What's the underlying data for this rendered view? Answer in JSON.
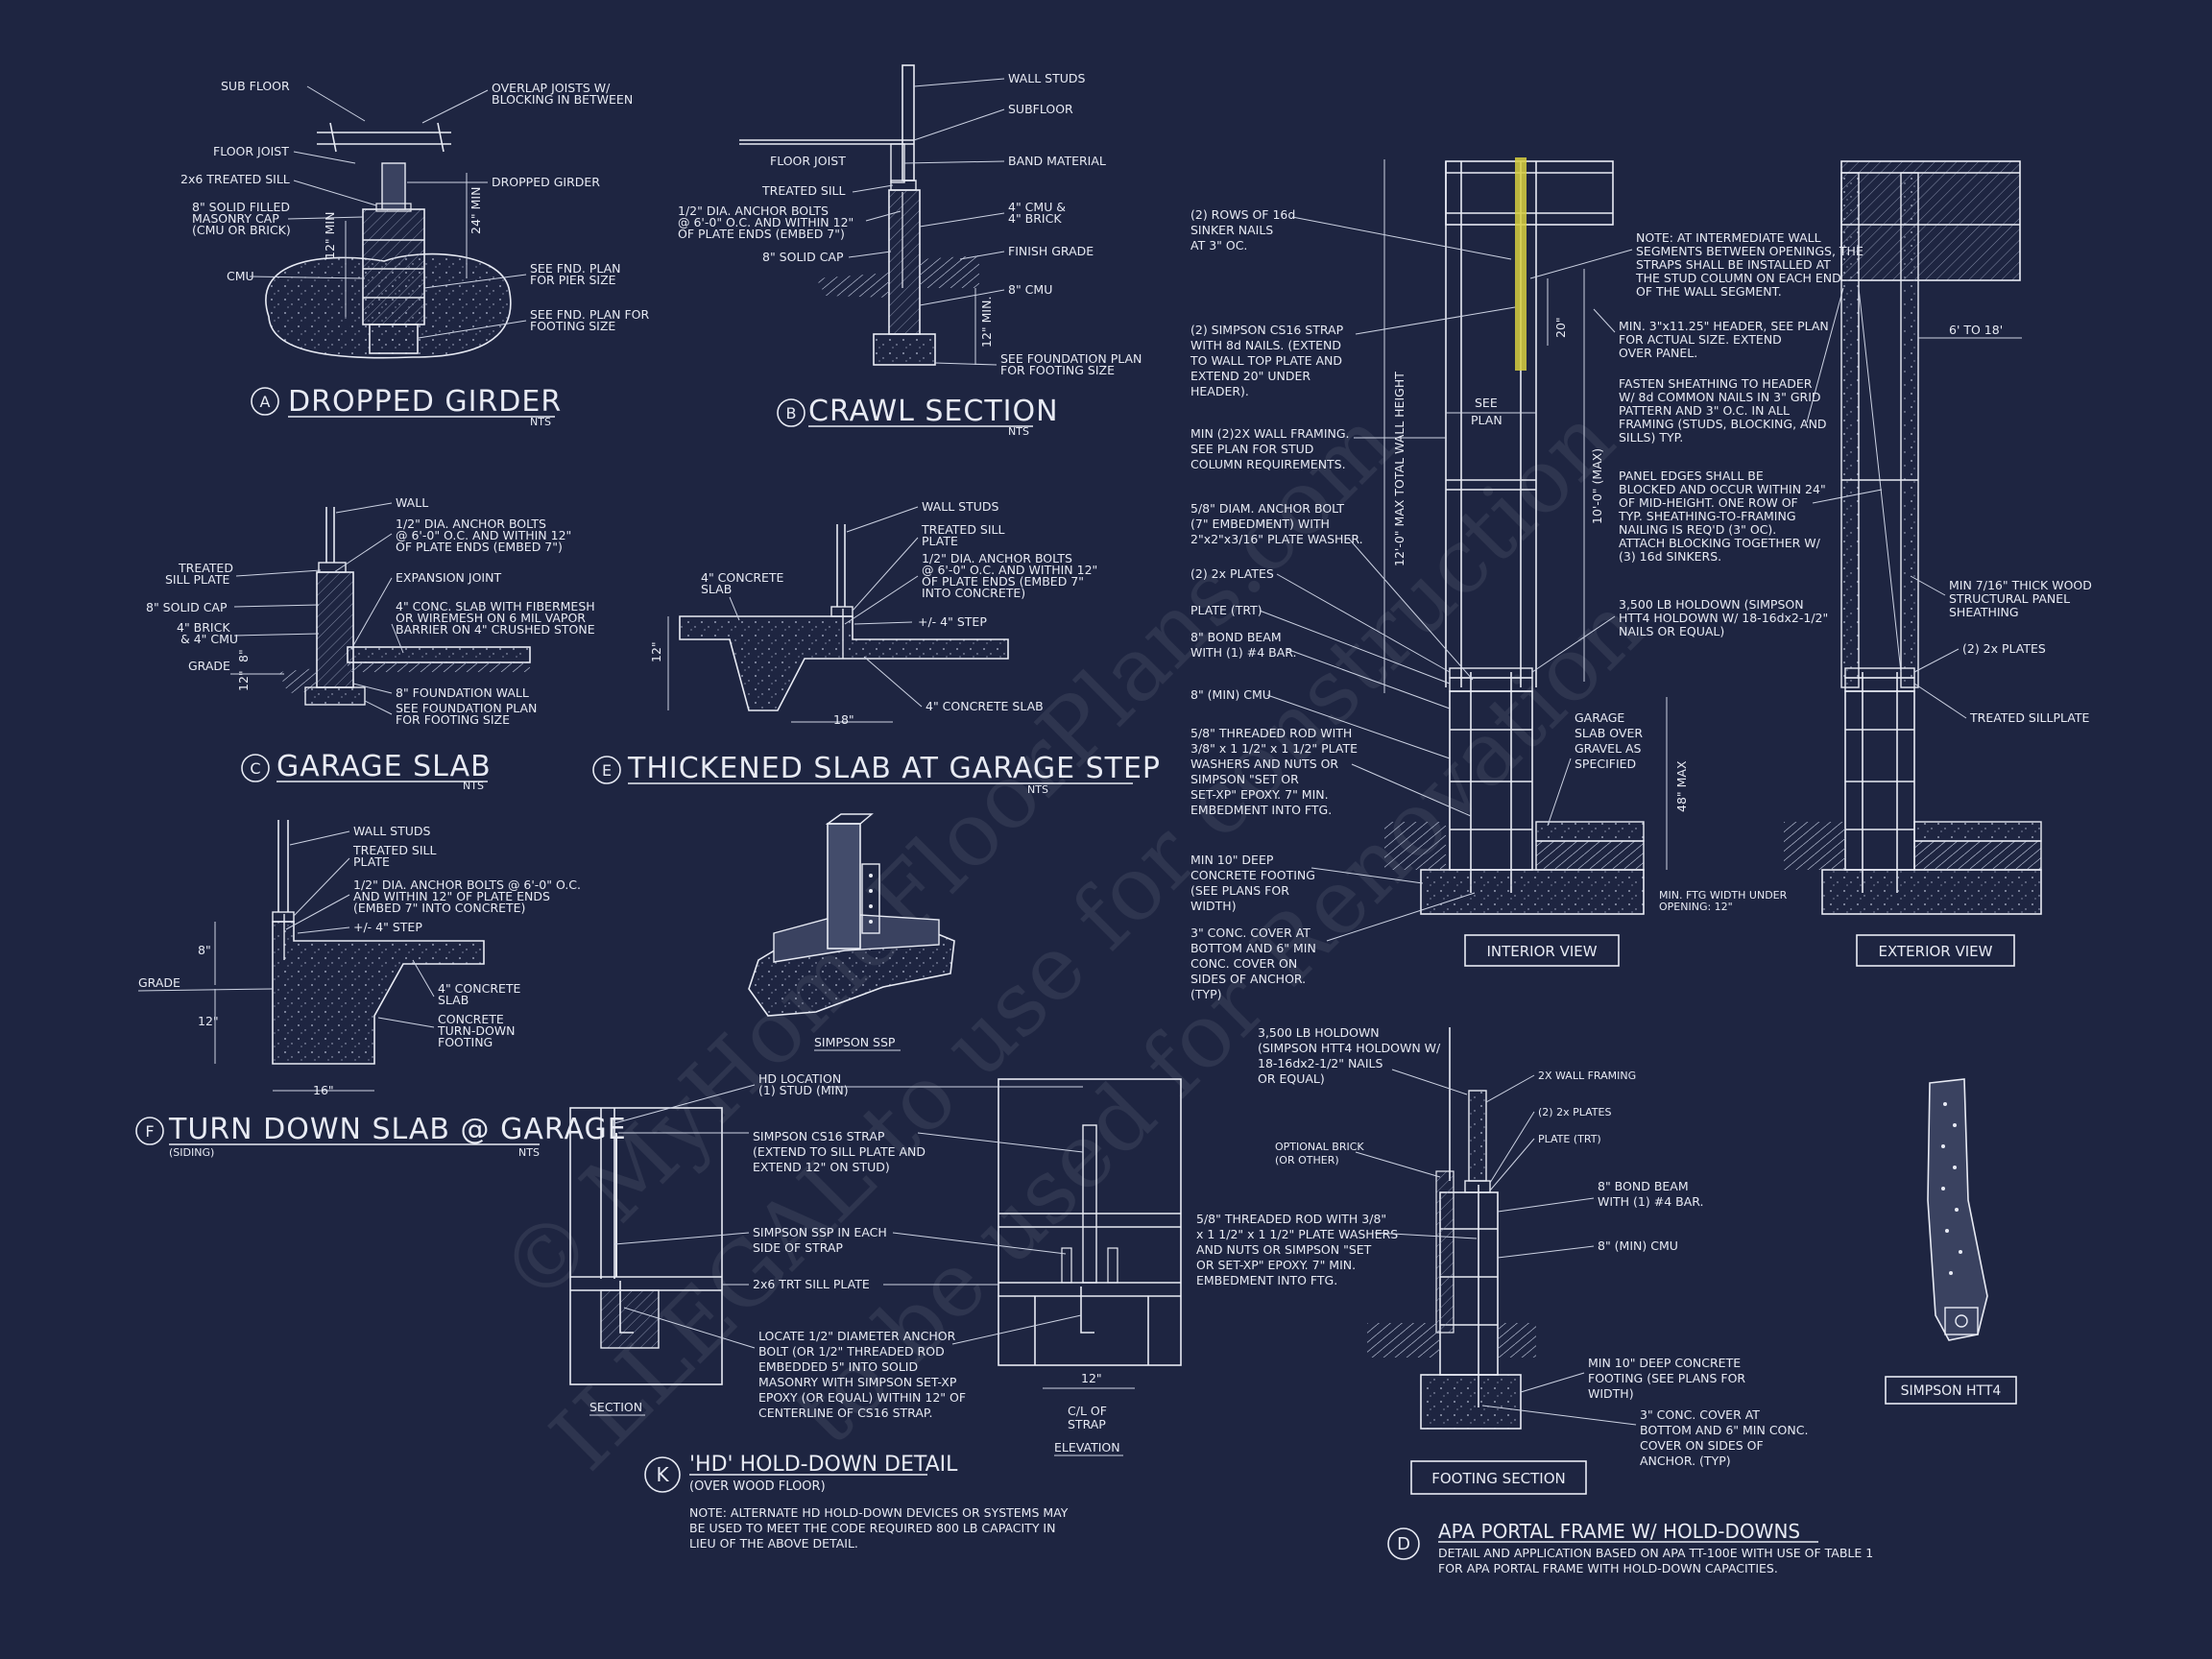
{
  "watermark": {
    "line1": "© MyHomeFloorPlans.com",
    "line2": "ILLEGAL to use for construction",
    "line3": "to be used for Renovation"
  },
  "detail_a": {
    "letter": "A",
    "title": "DROPPED GIRDER",
    "scale": "NTS",
    "labels": {
      "sub_floor": "SUB FLOOR",
      "overlap1": "OVERLAP JOISTS W/",
      "overlap2": "BLOCKING IN BETWEEN",
      "floor_joist": "FLOOR JOIST",
      "sill": "2x6 TREATED SILL",
      "dropped_girder": "DROPPED GIRDER",
      "cap1": "8\" SOLID FILLED",
      "cap2": "MASONRY CAP",
      "cap3": "(CMU OR BRICK)",
      "cmu": "CMU",
      "dim_12": "12\" MIN",
      "dim_24": "24\" MIN",
      "pier1": "SEE FND. PLAN",
      "pier2": "FOR PIER SIZE",
      "ftg1": "SEE FND. PLAN FOR",
      "ftg2": "FOOTING SIZE"
    }
  },
  "detail_b": {
    "letter": "B",
    "title": "CRAWL SECTION",
    "scale": "NTS",
    "labels": {
      "wall_studs": "WALL STUDS",
      "subfloor": "SUBFLOOR",
      "floor_joist": "FLOOR JOIST",
      "band": "BAND MATERIAL",
      "sill": "TREATED SILL",
      "bolt1": "1/2\" DIA. ANCHOR BOLTS",
      "bolt2": "@ 6'-0\" O.C. AND WITHIN 12\"",
      "bolt3": "OF PLATE ENDS (EMBED 7\")",
      "cmu1": "4\" CMU &",
      "cmu2": "4\" BRICK",
      "solid_cap": "8\" SOLID CAP",
      "finish_grade": "FINISH GRADE",
      "cmu8": "8\" CMU",
      "dim_12": "12\" MIN.",
      "see1": "SEE FOUNDATION PLAN",
      "see2": "FOR FOOTING SIZE"
    }
  },
  "detail_c": {
    "letter": "C",
    "title": "GARAGE SLAB",
    "scale": "NTS",
    "labels": {
      "wall": "WALL",
      "bolt1": "1/2\" DIA. ANCHOR BOLTS",
      "bolt2": "@ 6'-0\" O.C. AND WITHIN 12\"",
      "bolt3": "OF PLATE ENDS (EMBED 7\")",
      "treated1": "TREATED",
      "treated2": "SILL PLATE",
      "expansion": "EXPANSION JOINT",
      "solid_cap": "8\" SOLID CAP",
      "slab1": "4\" CONC. SLAB WITH FIBERMESH",
      "slab2": "OR WIREMESH ON 6 MIL VAPOR",
      "slab3": "BARRIER ON 4\" CRUSHED STONE",
      "brick1": "4\" BRICK",
      "brick2": "& 4\" CMU",
      "grade": "GRADE",
      "dim_8": "8\"",
      "dim_12": "12\"",
      "fwall": "8\" FOUNDATION WALL",
      "see1": "SEE FOUNDATION PLAN",
      "see2": "FOR FOOTING SIZE"
    }
  },
  "detail_e": {
    "letter": "E",
    "title": "THICKENED SLAB AT GARAGE STEP",
    "scale": "NTS",
    "labels": {
      "wall_studs": "WALL STUDS",
      "sill1": "TREATED SILL",
      "sill2": "PLATE",
      "bolt1": "1/2\" DIA. ANCHOR BOLTS",
      "bolt2": "@ 6'-0\" O.C. AND WITHIN 12\"",
      "bolt3": "OF PLATE ENDS (EMBED 7\"",
      "bolt4": "INTO CONCRETE)",
      "slab1": "4\" CONCRETE",
      "slab2": "SLAB",
      "step": "+/- 4\" STEP",
      "dim_12": "12\"",
      "dim_18": "18\"",
      "conc_slab": "4\" CONCRETE SLAB"
    }
  },
  "detail_f": {
    "letter": "F",
    "title": "TURN DOWN SLAB @ GARAGE",
    "sub": "(SIDING)",
    "scale": "NTS",
    "labels": {
      "wall_studs": "WALL STUDS",
      "sill1": "TREATED SILL",
      "sill2": "PLATE",
      "bolt1": "1/2\" DIA. ANCHOR BOLTS @ 6'-0\" O.C.",
      "bolt2": "AND WITHIN 12\" OF PLATE ENDS",
      "bolt3": "(EMBED 7\" INTO CONCRETE)",
      "step": "+/- 4\" STEP",
      "dim_8": "8\"",
      "grade": "GRADE",
      "slab1": "4\" CONCRETE",
      "slab2": "SLAB",
      "dim_12": "12\"",
      "turn1": "CONCRETE",
      "turn2": "TURN-DOWN",
      "turn3": "FOOTING",
      "dim_16": "16\""
    }
  },
  "simpson_ssp": {
    "label": "SIMPSON SSP"
  },
  "detail_k": {
    "letter": "K",
    "title": "'HD' HOLD-DOWN DETAIL",
    "sub": "(OVER WOOD FLOOR)",
    "note1": "NOTE: ALTERNATE HD HOLD-DOWN DEVICES OR SYSTEMS MAY",
    "note2": "BE USED TO MEET THE CODE REQUIRED 800 LB CAPACITY IN",
    "note3": "LIEU OF THE ABOVE DETAIL.",
    "labels": {
      "hd1": "HD LOCATION",
      "hd2": "(1) STUD (MIN)",
      "cs1": "SIMPSON CS16 STRAP",
      "cs2": "(EXTEND TO SILL PLATE AND",
      "cs3": "EXTEND 12\" ON STUD)",
      "ssp1": "SIMPSON SSP IN EACH",
      "ssp2": "SIDE OF STRAP",
      "sill": "2x6 TRT SILL PLATE",
      "loc1": "LOCATE 1/2\" DIAMETER ANCHOR",
      "loc2": "BOLT (OR 1/2\" THREADED ROD",
      "loc3": "EMBEDDED 5\" INTO SOLID",
      "loc4": "MASONRY WITH SIMPSON SET-XP",
      "loc5": "EPOXY (OR EQUAL) WITHIN 12\" OF",
      "loc6": "CENTERLINE OF CS16 STRAP.",
      "section": "SECTION",
      "dim_12": "12\"",
      "cl1": "C/L OF",
      "cl2": "STRAP",
      "elevation": "ELEVATION"
    }
  },
  "detail_interior": {
    "view_label": "INTERIOR VIEW",
    "labels": {
      "rows1": "(2) ROWS OF 16d",
      "rows2": "SINKER NAILS",
      "rows3": "AT 3\" OC.",
      "cs1": "(2) SIMPSON CS16 STRAP",
      "cs2": "WITH 8d NAILS. (EXTEND",
      "cs3": "TO WALL TOP PLATE AND",
      "cs4": "EXTEND 20\" UNDER",
      "cs5": "HEADER).",
      "min1": "MIN (2)2X WALL FRAMING.",
      "min2": "SEE PLAN FOR STUD",
      "min3": "COLUMN REQUIREMENTS.",
      "ab1": "5/8\" DIAM. ANCHOR BOLT",
      "ab2": "(7\" EMBEDMENT) WITH",
      "ab3": "2\"x2\"x3/16\" PLATE WASHER.",
      "plates": "(2) 2x PLATES",
      "plate_trt": "PLATE (TRT)",
      "bond1": "8\" BOND BEAM",
      "bond2": "WITH (1) #4 BAR.",
      "cmu": "8\" (MIN) CMU",
      "rod1": "5/8\" THREADED ROD WITH",
      "rod2": "3/8\" x 1 1/2\" x 1 1/2\" PLATE",
      "rod3": "WASHERS AND NUTS OR",
      "rod4": "SIMPSON \"SET OR",
      "rod5": "SET-XP\" EPOXY. 7\" MIN.",
      "rod6": "EMBEDMENT INTO FTG.",
      "ftg1": "MIN 10\" DEEP",
      "ftg2": "CONCRETE FOOTING",
      "ftg3": "(SEE PLANS FOR",
      "ftg4": "WIDTH)",
      "cov1": "3\" CONC. COVER AT",
      "cov2": "BOTTOM AND 6\" MIN",
      "cov3": "CONC. COVER ON",
      "cov4": "SIDES OF ANCHOR.",
      "cov5": "(TYP)",
      "dim_20": "20\"",
      "see1": "SEE",
      "see2": "PLAN",
      "dim_10": "10'-0\" (MAX)",
      "dim_12": "12'-0\" MAX TOTAL WALL HEIGHT",
      "gar1": "GARAGE",
      "gar2": "SLAB OVER",
      "gar3": "GRAVEL AS",
      "gar4": "SPECIFIED",
      "dim_48": "48\" MAX",
      "ftgw1": "MIN. FTG WIDTH UNDER",
      "ftgw2": "OPENING: 12\""
    }
  },
  "notes_center": {
    "n1": "NOTE: AT INTERMEDIATE WALL",
    "n2": "SEGMENTS BETWEEN OPENINGS, THE",
    "n3": "STRAPS SHALL BE INSTALLED AT",
    "n4": "THE STUD COLUMN ON EACH END",
    "n5": "OF THE WALL SEGMENT.",
    "h1": "MIN. 3\"x11.25\" HEADER, SEE PLAN",
    "h2": "FOR ACTUAL SIZE. EXTEND",
    "h3": "OVER PANEL.",
    "f1": "FASTEN SHEATHING TO HEADER",
    "f2": "W/ 8d COMMON NAILS IN 3\" GRID",
    "f3": "PATTERN AND 3\" O.C. IN ALL",
    "f4": "FRAMING (STUDS, BLOCKING, AND",
    "f5": "SILLS) TYP.",
    "p1": "PANEL EDGES SHALL BE",
    "p2": "BLOCKED AND OCCUR WITHIN 24\"",
    "p3": "OF MID-HEIGHT. ONE ROW OF",
    "p4": "TYP. SHEATHING-TO-FRAMING",
    "p5": "NAILING IS REQ'D (3\" OC).",
    "p6": "ATTACH BLOCKING TOGETHER W/",
    "p7": "(3) 16d SINKERS.",
    "hd1": "3,500 LB HOLDOWN (SIMPSON",
    "hd2": "HTT4 HOLDOWN W/ 18-16dx2-1/2\"",
    "hd3": "NAILS OR EQUAL)"
  },
  "detail_exterior": {
    "view_label": "EXTERIOR VIEW",
    "labels": {
      "dim_6": "6' TO 18'",
      "osb1": "MIN 7/16\" THICK WOOD",
      "osb2": "STRUCTURAL PANEL",
      "osb3": "SHEATHING",
      "plates": "(2) 2x PLATES",
      "sillplate": "TREATED SILLPLATE"
    }
  },
  "detail_d": {
    "letter": "D",
    "title": "APA PORTAL FRAME W/ HOLD-DOWNS",
    "sub1": "DETAIL AND APPLICATION BASED ON APA TT-100E WITH USE OF TABLE 1",
    "sub2": "FOR APA PORTAL FRAME WITH HOLD-DOWN CAPACITIES.",
    "view_label": "FOOTING SECTION",
    "labels": {
      "hd1": "3,500 LB HOLDOWN",
      "hd2": "(SIMPSON HTT4 HOLDOWN W/",
      "hd3": "18-16dx2-1/2\" NAILS",
      "hd4": "OR EQUAL)",
      "framing": "2X WALL FRAMING",
      "plates": "(2) 2x PLATES",
      "plate_trt": "PLATE (TRT)",
      "brick1": "OPTIONAL BRICK",
      "brick2": "(OR OTHER)",
      "bond1": "8\" BOND BEAM",
      "bond2": "WITH (1) #4 BAR.",
      "rod1": "5/8\" THREADED ROD WITH 3/8\"",
      "rod2": "x 1 1/2\" x 1 1/2\" PLATE WASHERS",
      "rod3": "AND NUTS OR SIMPSON \"SET",
      "rod4": "OR SET-XP\" EPOXY. 7\" MIN.",
      "rod5": "EMBEDMENT INTO FTG.",
      "cmu": "8\" (MIN) CMU",
      "ftg1": "MIN 10\" DEEP CONCRETE",
      "ftg2": "FOOTING (SEE PLANS FOR",
      "ftg3": "WIDTH)",
      "cov1": "3\" CONC. COVER AT",
      "cov2": "BOTTOM AND 6\" MIN CONC.",
      "cov3": "COVER ON SIDES OF",
      "cov4": "ANCHOR. (TYP)"
    }
  },
  "simpson_htt4": {
    "label": "SIMPSON HTT4"
  },
  "colors": {
    "background": "#1e2541",
    "line": "#e8ebf4",
    "strap": "#d8d040"
  }
}
